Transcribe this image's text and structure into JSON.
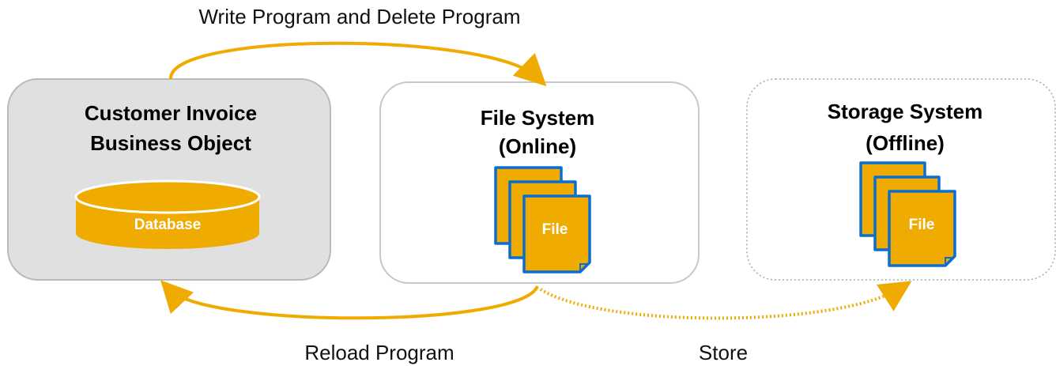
{
  "colors": {
    "accent": "#f0ab00",
    "file_border": "#0a6ed1",
    "db_box_fill": "#e0e0e0",
    "db_box_border": "#b9b9b9",
    "online_box_border": "#c8c8c8",
    "offline_box_border": "#a8a8a8",
    "text": "#000000"
  },
  "boxes": {
    "business_object": {
      "title_line1": "Customer Invoice",
      "title_line2": "Business Object",
      "database_label": "Database",
      "database_icon": "database-cylinder-icon"
    },
    "file_system": {
      "title_line1": "File System",
      "title_line2": "(Online)",
      "file_label": "File",
      "file_icon": "file-stack-icon"
    },
    "storage_system": {
      "title_line1": "Storage System",
      "title_line2": "(Offline)",
      "file_label": "File",
      "file_icon": "file-stack-icon"
    }
  },
  "flows": {
    "write_delete": "Write Program and Delete Program",
    "reload": "Reload Program",
    "store": "Store"
  }
}
